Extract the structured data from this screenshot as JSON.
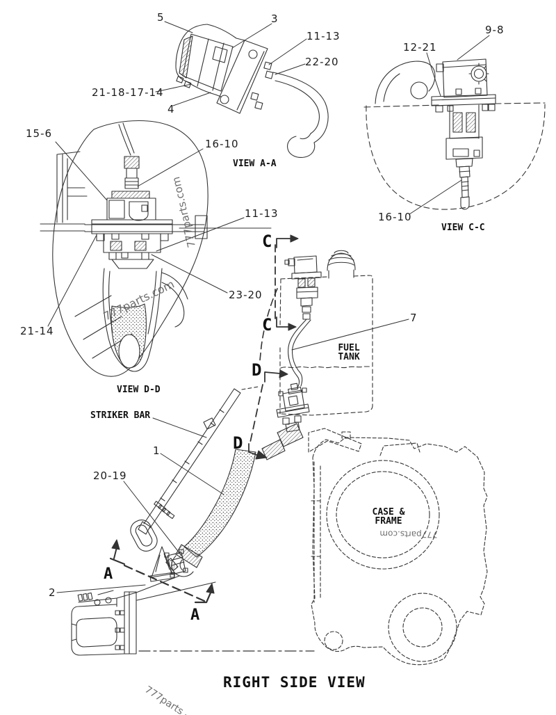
{
  "page": {
    "title": "RIGHT SIDE VIEW",
    "background": "#ffffff",
    "line_color": "#333333",
    "watermark_color": "#5f5f5f"
  },
  "captions": {
    "view_aa": "VIEW A-A",
    "view_cc": "VIEW C-C",
    "view_dd": "VIEW D-D",
    "right_side_view": "RIGHT SIDE VIEW"
  },
  "part_labels": {
    "fuel_tank_line1": "FUEL",
    "fuel_tank_line2": "TANK",
    "striker_bar": "STRIKER BAR",
    "case_frame_line1": "CASE &",
    "case_frame_line2": "FRAME"
  },
  "callouts": {
    "n5": "5",
    "n3": "3",
    "n11_13_top": "11-13",
    "n22_20": "22-20",
    "n21_18_17_14": "21-18-17-14",
    "n4": "4",
    "n16_10_mid": "16-10",
    "n9_8": "9-8",
    "n12_21": "12-21",
    "n16_10_cc": "16-10",
    "n15_6": "15-6",
    "n11_13_dd": "11-13",
    "n23_20": "23-20",
    "n21_14": "21-14",
    "n7": "7",
    "n1": "1",
    "n20_19": "20-19",
    "n2": "2"
  },
  "section_letters": {
    "c_top": "C",
    "c_bottom": "C",
    "d_top": "D",
    "d_bottom": "D",
    "a_left": "A",
    "a_right": "A"
  },
  "watermarks": {
    "dd_vertical": "777parts.com",
    "dd_diagonal": "777parts.com",
    "case_inverted": "777parts.com",
    "bottom_left": "777parts -"
  }
}
